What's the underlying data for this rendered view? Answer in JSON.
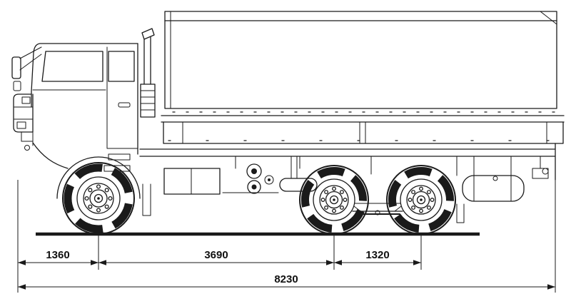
{
  "colors": {
    "line": "#1a1a1a",
    "background": "#ffffff"
  },
  "dimensions": {
    "front_overhang_to_front_axle": "1360",
    "front_axle_to_middle_axle": "3690",
    "middle_axle_to_rear_axle": "1320",
    "overall_length": "8230"
  }
}
